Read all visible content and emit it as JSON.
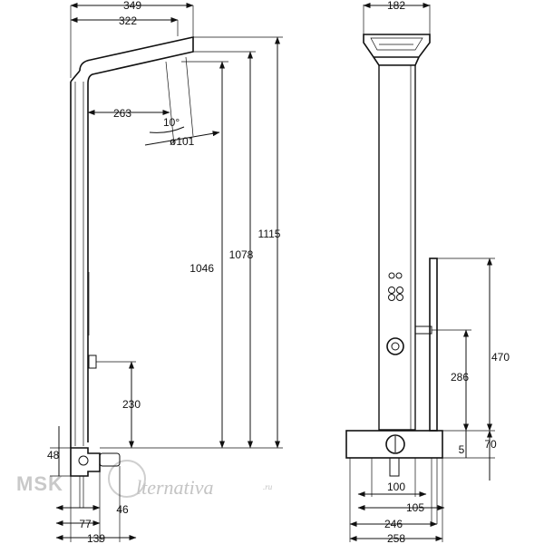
{
  "dimensions": {
    "d349": "349",
    "d322": "322",
    "d263": "263",
    "angle": "10°",
    "dia": "ø101",
    "d1046": "1046",
    "d1078": "1078",
    "d1115": "1115",
    "d230": "230",
    "d48": "48",
    "d46": "46",
    "d77": "77",
    "d139": "139",
    "d182": "182",
    "d470": "470",
    "d286": "286",
    "d5": "5",
    "d70": "70",
    "d100": "100",
    "d105": "105",
    "d246": "246",
    "d258": "258"
  },
  "watermark": {
    "brand": "MSK",
    "script": "lternativa",
    "suffix": ".ru"
  }
}
